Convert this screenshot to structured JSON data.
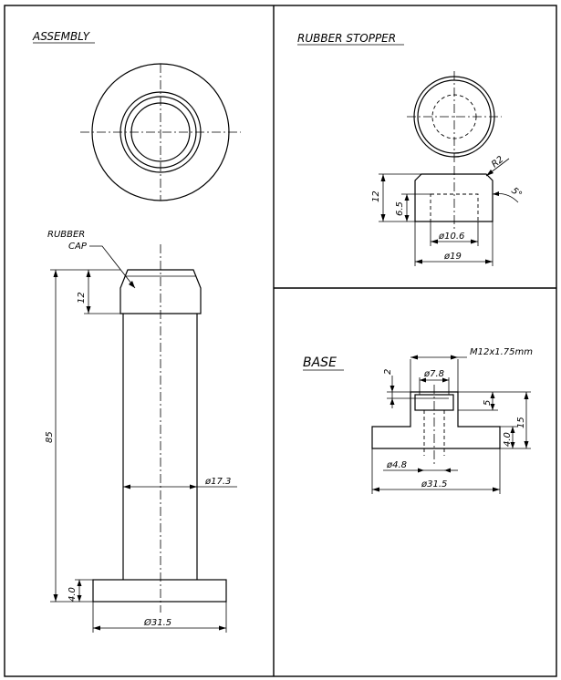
{
  "views": {
    "assembly": {
      "title": "ASSEMBLY",
      "rubber_cap_label_1": "RUBBER",
      "rubber_cap_label_2": "CAP",
      "dim_cap_height": "12",
      "dim_total_height": "85",
      "dim_base_height": "4.0",
      "dim_post_diameter": "ø17.3",
      "dim_base_diameter": "Ø31.5"
    },
    "rubber_stopper": {
      "title": "RUBBER STOPPER",
      "dim_radius": "R2",
      "dim_angle": "5°",
      "dim_height": "12",
      "dim_bore_depth": "6.5",
      "dim_bore_diameter": "ø10.6",
      "dim_outer_diameter": "ø19"
    },
    "base": {
      "title": "BASE",
      "dim_thread": "M12x1.75mm",
      "dim_counterbore_depth": "2",
      "dim_counterbore_diameter": "ø7.8",
      "dim_boss_height": "5",
      "dim_total_height": "15",
      "dim_plate_height": "4.0",
      "dim_hole_diameter": "ø4.8",
      "dim_plate_diameter": "ø31.5"
    }
  },
  "colors": {
    "line": "#000000",
    "background": "#ffffff"
  }
}
